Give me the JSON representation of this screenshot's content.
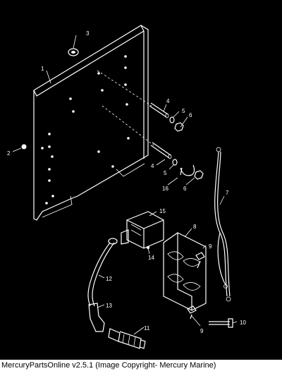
{
  "callouts": [
    "1",
    "2",
    "3",
    "4",
    "5",
    "6",
    "4",
    "5",
    "16",
    "6",
    "7",
    "8",
    "9",
    "15",
    "14",
    "12",
    "13",
    "9",
    "10",
    "11"
  ],
  "footer": {
    "text": "MercuryPartsOnline v2.5.1 (Image Copyright- Mercury Marine)"
  }
}
